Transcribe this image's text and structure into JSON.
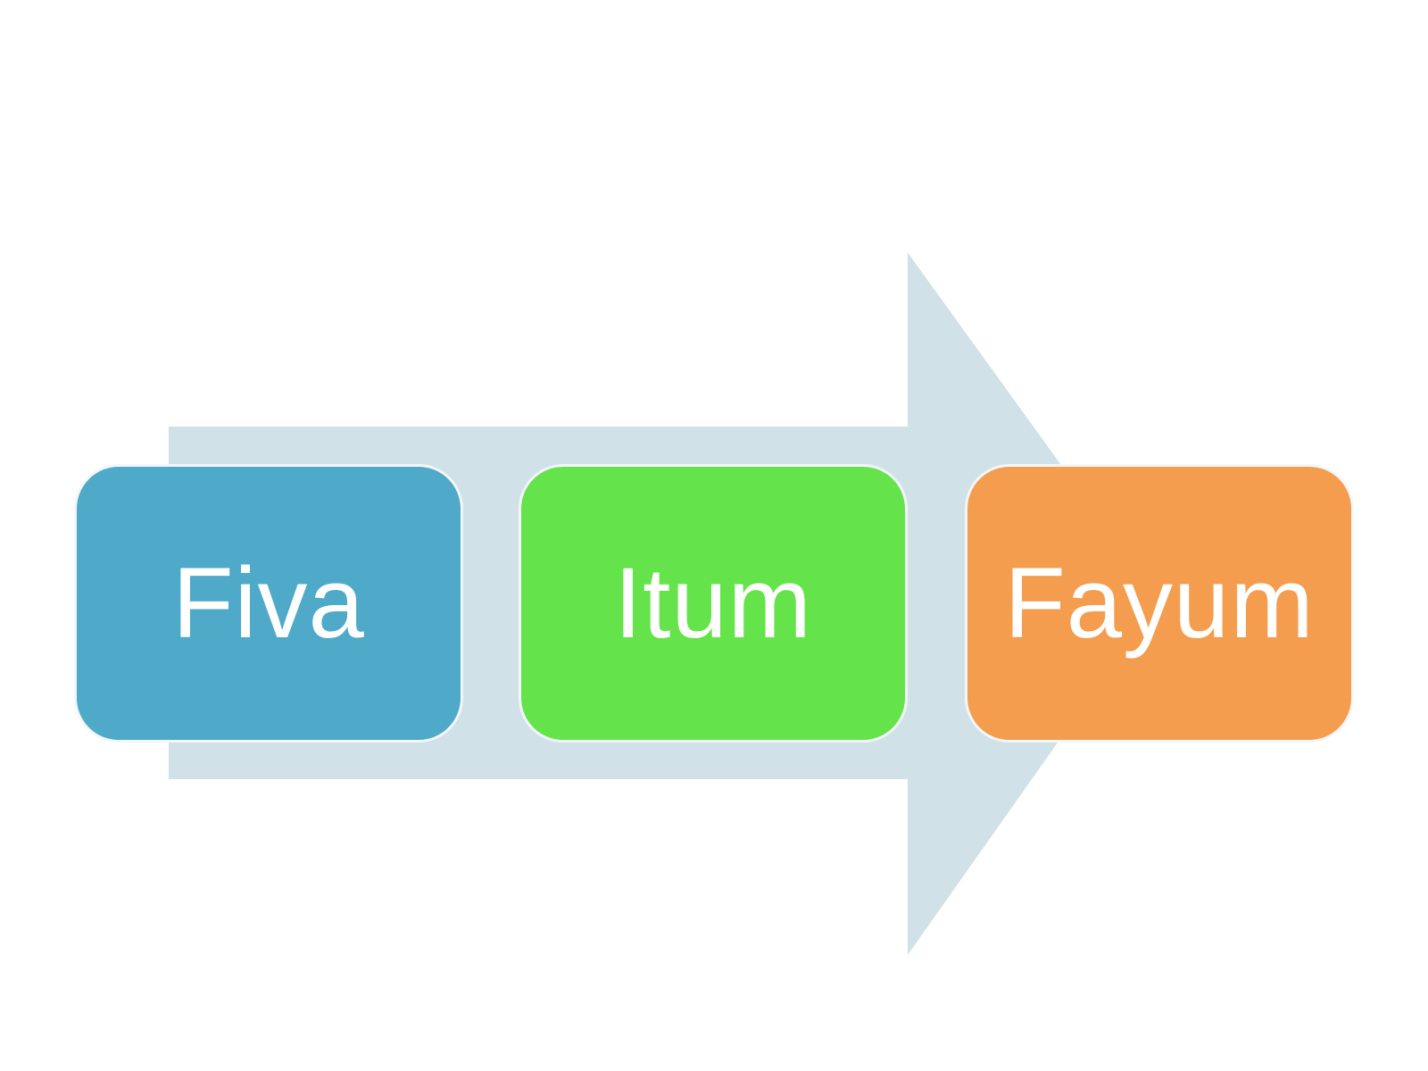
{
  "diagram": {
    "type": "process-arrow",
    "arrow_color": "#d0e1e8",
    "steps": [
      {
        "label": "Fiva",
        "color": "#4eaac8"
      },
      {
        "label": "Itum",
        "color": "#65e34b"
      },
      {
        "label": "Fayum",
        "color": "#f59d4e"
      }
    ]
  }
}
